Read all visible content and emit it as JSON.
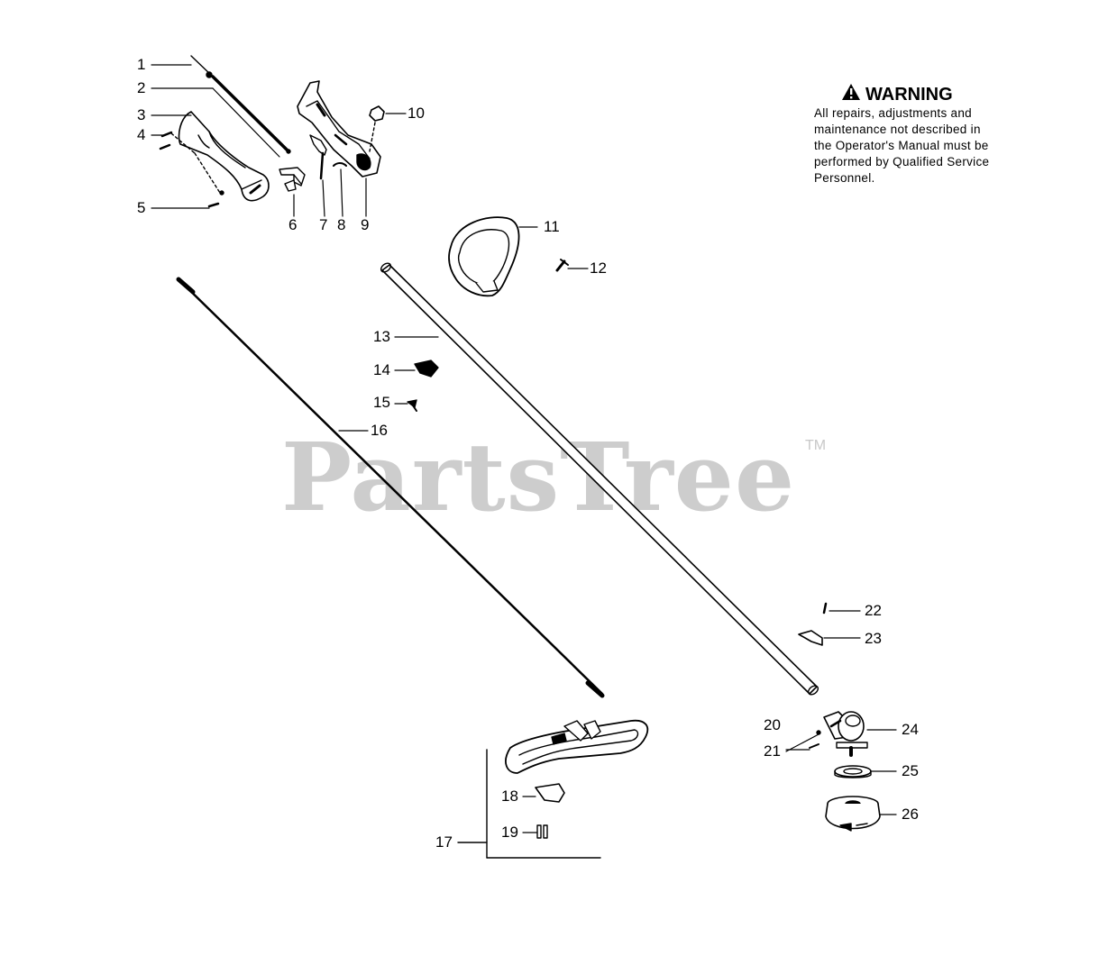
{
  "brand_watermark": {
    "text": "PartsTree",
    "trademark": "TM"
  },
  "warning": {
    "title": "WARNING",
    "icon": "warning-triangle-icon",
    "body": "All repairs, adjustments and\nmaintenance not described in\nthe Operator's Manual must be\nperformed by Qualified Service\nPersonnel."
  },
  "callouts": [
    {
      "id": "1",
      "label": "1"
    },
    {
      "id": "2",
      "label": "2"
    },
    {
      "id": "3",
      "label": "3"
    },
    {
      "id": "4",
      "label": "4"
    },
    {
      "id": "5",
      "label": "5"
    },
    {
      "id": "6",
      "label": "6"
    },
    {
      "id": "7",
      "label": "7"
    },
    {
      "id": "8",
      "label": "8"
    },
    {
      "id": "9",
      "label": "9"
    },
    {
      "id": "10",
      "label": "10"
    },
    {
      "id": "11",
      "label": "11"
    },
    {
      "id": "12",
      "label": "12"
    },
    {
      "id": "13",
      "label": "13"
    },
    {
      "id": "14",
      "label": "14"
    },
    {
      "id": "15",
      "label": "15"
    },
    {
      "id": "16",
      "label": "16"
    },
    {
      "id": "17",
      "label": "17"
    },
    {
      "id": "18",
      "label": "18"
    },
    {
      "id": "19",
      "label": "19"
    },
    {
      "id": "20",
      "label": "20"
    },
    {
      "id": "21",
      "label": "21"
    },
    {
      "id": "22",
      "label": "22"
    },
    {
      "id": "23",
      "label": "23"
    },
    {
      "id": "24",
      "label": "24"
    },
    {
      "id": "25",
      "label": "25"
    },
    {
      "id": "26",
      "label": "26"
    }
  ],
  "colors": {
    "ink": "#000000",
    "watermark": "#cdcdcd",
    "background": "#ffffff"
  }
}
